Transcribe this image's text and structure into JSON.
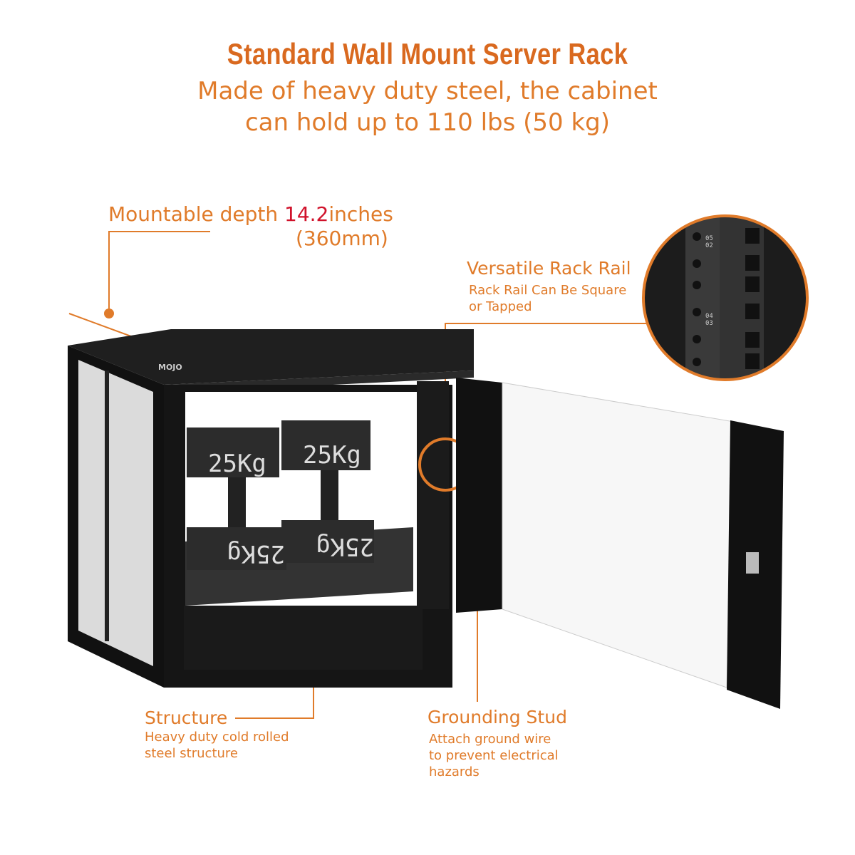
{
  "header": {
    "title": "Standard Wall Mount Server Rack",
    "subtitle_line1": "Made of heavy duty steel, the cabinet",
    "subtitle_line2": "can hold up to 110 lbs (50 kg)"
  },
  "depth": {
    "label": "Mountable depth ",
    "value": "14.2",
    "unit": "inches",
    "metric": "(360mm)"
  },
  "rail": {
    "title": "Versatile Rack Rail",
    "desc1": "Rack Rail Can Be Square",
    "desc2": "or Tapped",
    "marks": [
      "05",
      "02",
      "04",
      "03"
    ]
  },
  "structure": {
    "title": "Structure",
    "desc1": "Heavy duty cold rolled",
    "desc2": "steel structure"
  },
  "grounding": {
    "title": "Grounding Stud",
    "desc1": "Attach ground wire",
    "desc2": "to prevent electrical",
    "desc3": "hazards"
  },
  "product": {
    "brand": "MOJO",
    "weights": [
      "25Kg",
      "25Kg",
      "25Kg",
      "25Kg"
    ]
  },
  "colors": {
    "accent": "#e07b2a",
    "title": "#d9691f",
    "highlight": "#d0122b",
    "cabinet": "#151515"
  }
}
